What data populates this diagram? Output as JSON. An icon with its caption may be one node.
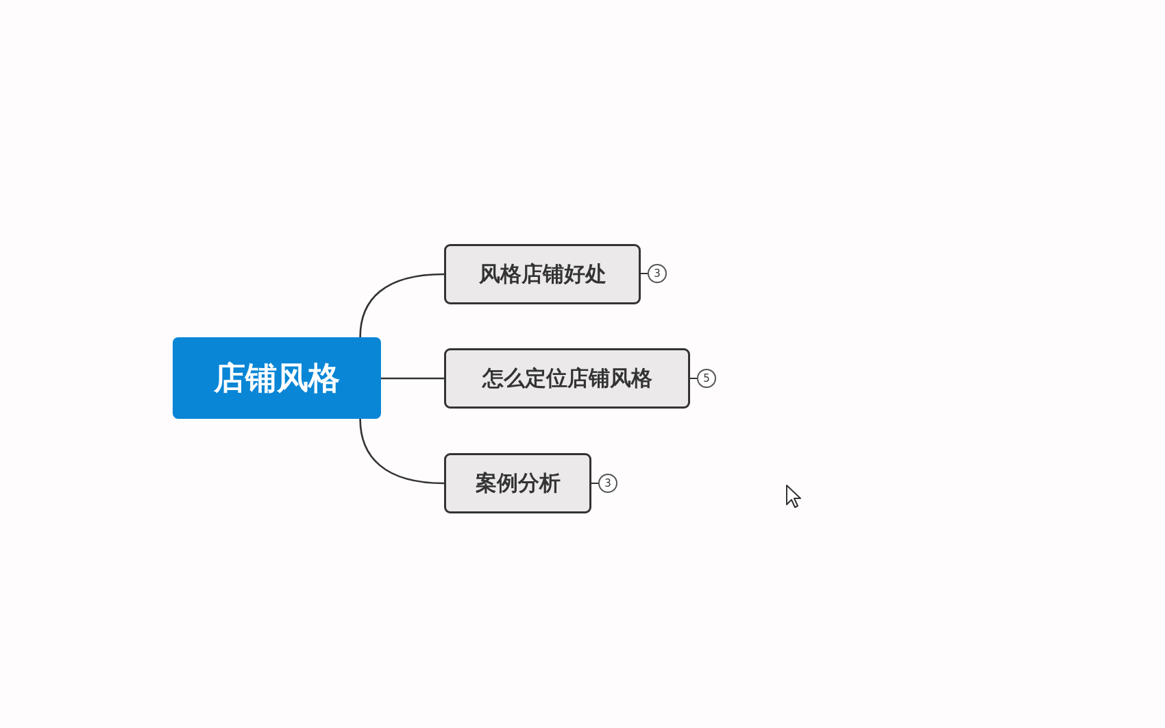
{
  "diagram": {
    "nodes": [
      {
        "text": [
          "店铺风格"
        ]
      },
      {
        "text": [
          "风格店铺好处"
        ]
      },
      {
        "text": [
          "怎么定位店铺风格"
        ]
      },
      {
        "text": [
          "案例分析"
        ]
      },
      {
        "text": [
          "3"
        ]
      },
      {
        "text": [
          "5"
        ]
      },
      {
        "text": [
          "3"
        ]
      }
    ],
    "edges": [
      {
        "from": 0,
        "to": 1,
        "arrow": "none"
      },
      {
        "from": 0,
        "to": 2,
        "arrow": "none"
      },
      {
        "from": 0,
        "to": 3,
        "arrow": "none"
      },
      {
        "from": 1,
        "to": 4,
        "arrow": "none"
      },
      {
        "from": 2,
        "to": 5,
        "arrow": "none"
      },
      {
        "from": 3,
        "to": 6,
        "arrow": "none"
      }
    ]
  }
}
